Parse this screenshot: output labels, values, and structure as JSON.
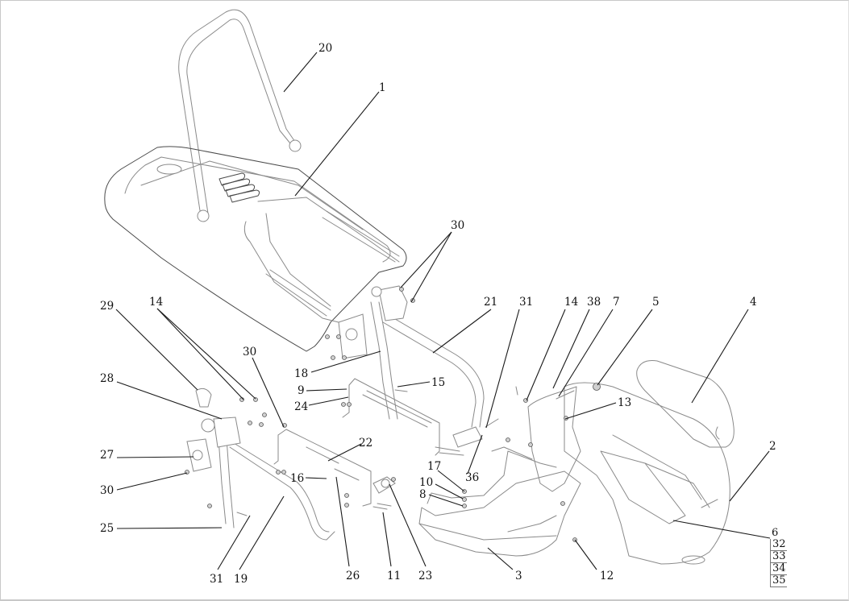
{
  "diagram": {
    "type": "exploded-parts-diagram",
    "subject": "lawn tractor body, seat pan, roll bar and footrest assembly",
    "colors": {
      "line_art": "#8a8a8a",
      "leader_lines": "#1a1a1a",
      "label_text": "#111111",
      "background": "#ffffff"
    },
    "callouts": {
      "c20": "20",
      "c1": "1",
      "c30_top": "30",
      "c29": "29",
      "c14_left": "14",
      "c30_mid": "30",
      "c28": "28",
      "c18": "18",
      "c9": "9",
      "c24": "24",
      "c15": "15",
      "c21": "21",
      "c31_top": "31",
      "c14_right": "14",
      "c38": "38",
      "c7": "7",
      "c5": "5",
      "c4": "4",
      "c13": "13",
      "c22": "22",
      "c27": "27",
      "c30_low": "30",
      "c16": "16",
      "c17": "17",
      "c36": "36",
      "c10": "10",
      "c8": "8",
      "c2": "2",
      "c25": "25",
      "c31_bottom": "31",
      "c19": "19",
      "c26": "26",
      "c11": "11",
      "c23": "23",
      "c3": "3",
      "c12": "12",
      "c6": "6"
    },
    "grouped_callout": {
      "head": "6",
      "items": [
        "32",
        "33",
        "34",
        "35"
      ]
    }
  }
}
